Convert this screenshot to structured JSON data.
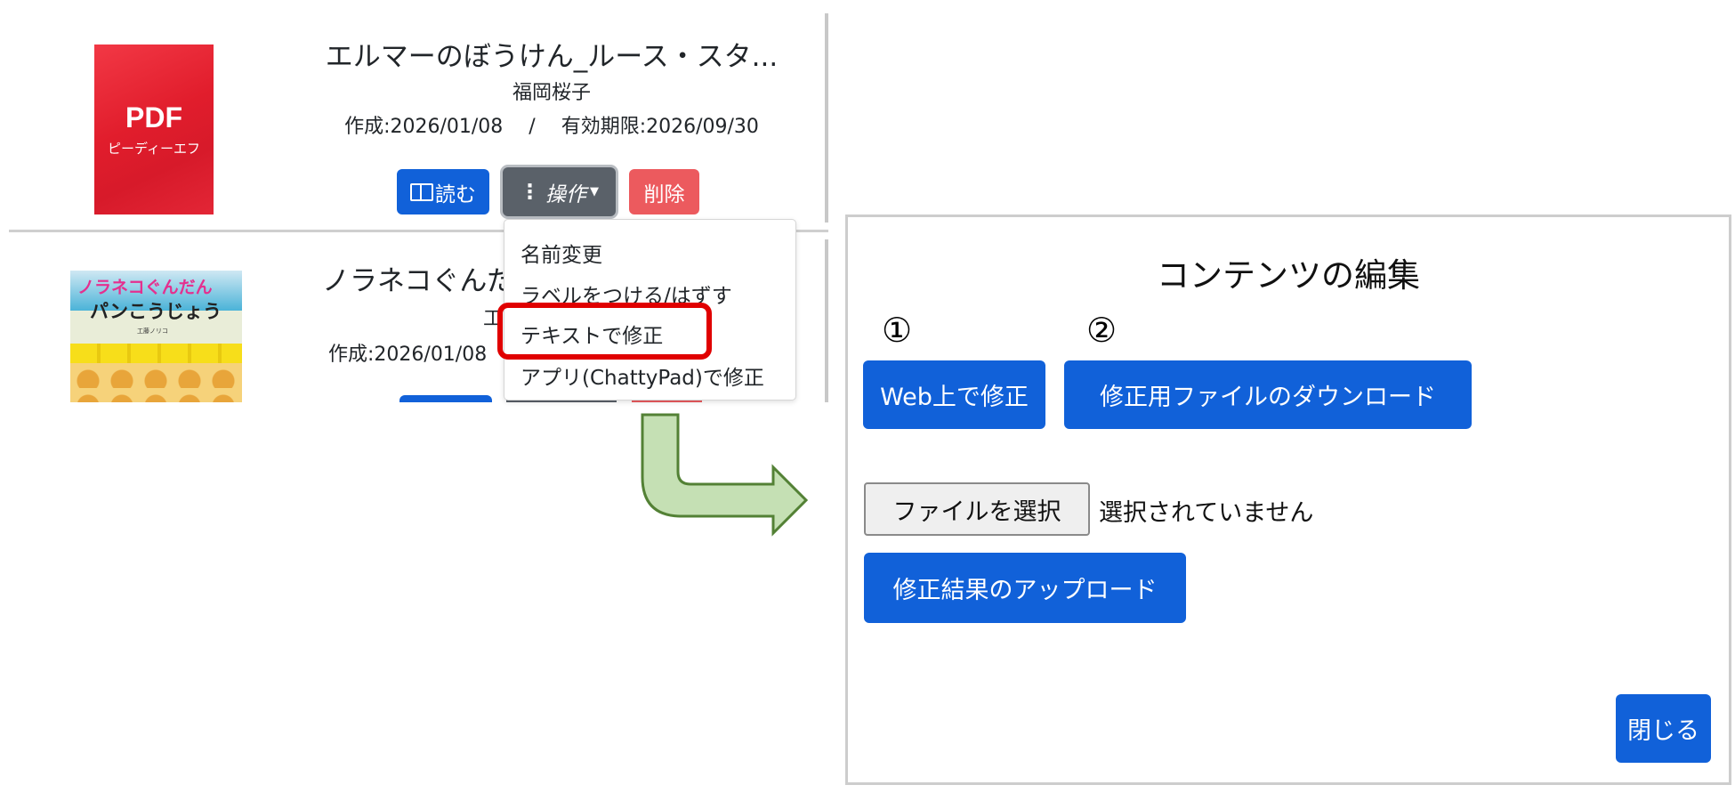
{
  "cards": [
    {
      "thumb": {
        "type": "pdf",
        "big": "PDF",
        "small": "ピーディーエフ"
      },
      "title": "エルマーのぼうけん_ルース・スタ...",
      "author": "福岡桜子",
      "dates": "作成:2026/01/08　 / 　有効期限:2026/09/30",
      "buttons": {
        "read": "読む",
        "ops": "操作",
        "delete": "削除"
      }
    },
    {
      "thumb": {
        "type": "cover",
        "title_line1": "ノラネコぐんだん",
        "title_line2": "パンこうじょう",
        "author_small": "工藤ノリコ"
      },
      "title": "ノラネコぐんだ",
      "author": "工",
      "dates": "作成:2026/01/08"
    }
  ],
  "dropdown": {
    "items": [
      "名前変更",
      "ラベルをつける/はずす",
      "テキストで修正",
      "アプリ(ChattyPad)で修正"
    ],
    "highlighted_index": 2
  },
  "modal": {
    "title": "コンテンツの編集",
    "marker1": "①",
    "marker2": "②",
    "web_edit": "Web上で修正",
    "download": "修正用ファイルのダウンロード",
    "file_button": "ファイルを選択",
    "file_status": "選択されていません",
    "upload": "修正結果のアップロード",
    "close": "閉じる"
  },
  "colors": {
    "primary": "#1161d9",
    "secondary": "#5a6169",
    "danger": "#ec5a5e",
    "highlight": "#e00000",
    "arrow": "#c5e0b4"
  }
}
